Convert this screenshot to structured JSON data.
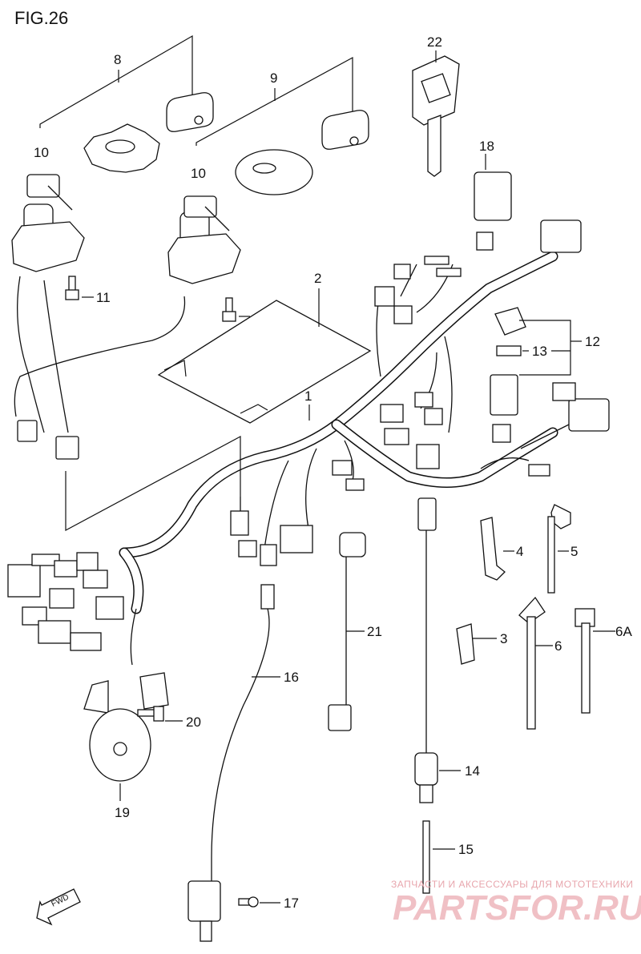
{
  "figure_title": "FIG.26",
  "callouts": {
    "c1": "1",
    "c2": "2",
    "c3": "3",
    "c4": "4",
    "c5": "5",
    "c6": "6",
    "c6a": "6A",
    "c8": "8",
    "c9": "9",
    "c10a": "10",
    "c10b": "10",
    "c11a": "11",
    "c11b": "11",
    "c12": "12",
    "c13": "13",
    "c14": "14",
    "c15": "15",
    "c16": "16",
    "c17": "17",
    "c18": "18",
    "c19": "19",
    "c20": "20",
    "c21": "21",
    "c22": "22"
  },
  "fwd_label": "FWD",
  "watermark": {
    "tagline": "ЗАПЧАСТИ И АКСЕССУАРЫ ДЛЯ МОТОТЕХНИКИ",
    "brand": "PARTSFOR.RU"
  },
  "colors": {
    "line": "#111111",
    "watermark": "#e8a6ad"
  }
}
